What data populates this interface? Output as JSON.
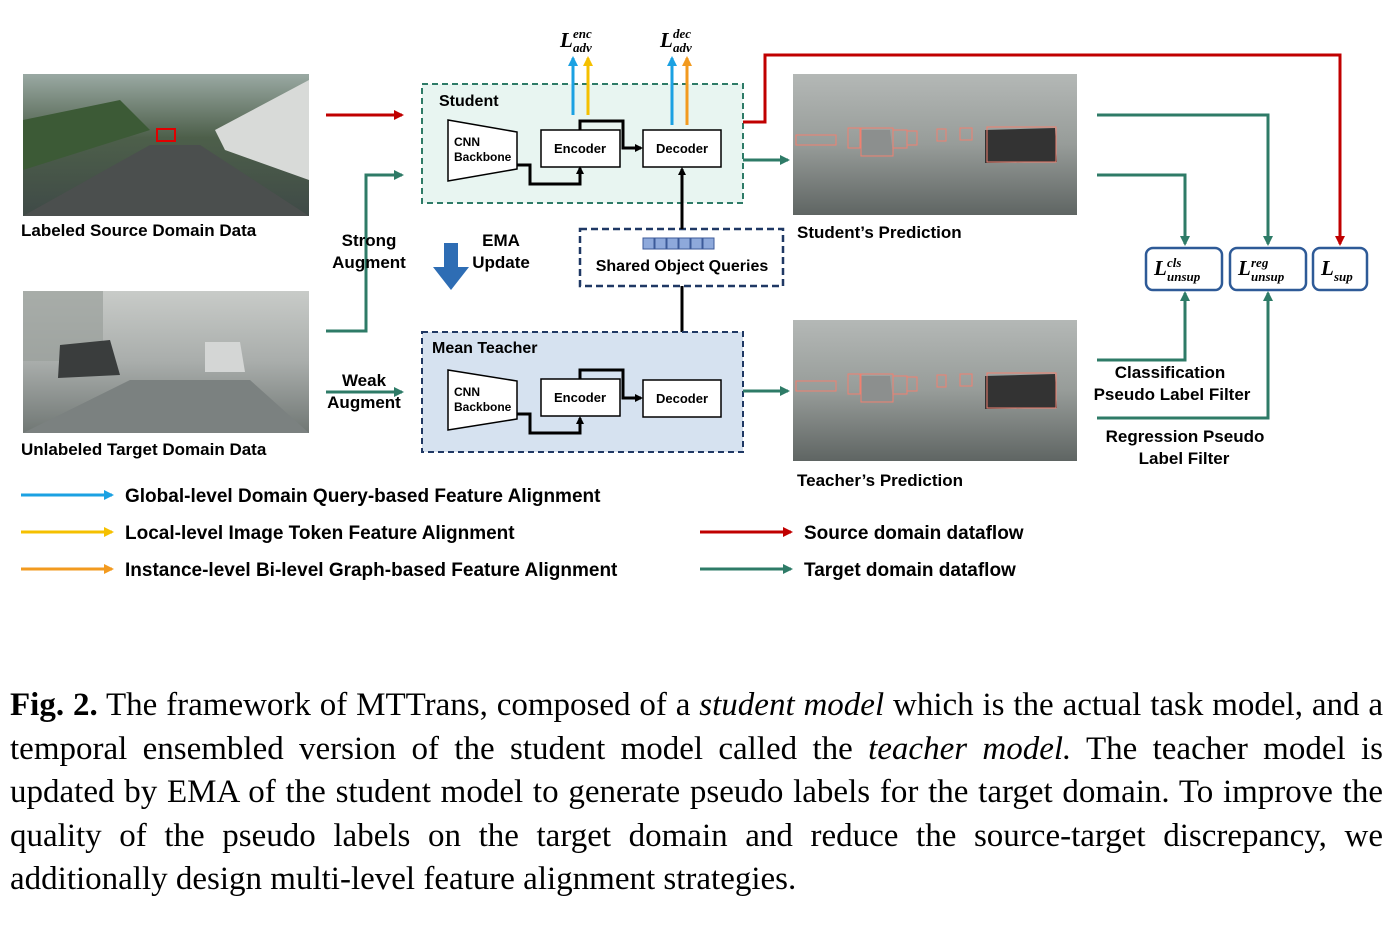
{
  "images": {
    "source": "Labeled Source Domain Data",
    "target": "Unlabeled Target Domain Data",
    "student_pred": "Student’s Prediction",
    "teacher_pred": "Teacher’s Prediction"
  },
  "augment": {
    "strong_1": "Strong",
    "strong_2": "Augment",
    "weak_1": "Weak",
    "weak_2": "Augment",
    "ema_1": "EMA",
    "ema_2": "Update"
  },
  "student": {
    "title": "Student",
    "cnn_1": "CNN",
    "cnn_2": "Backbone",
    "encoder": "Encoder",
    "decoder": "Decoder"
  },
  "teacher": {
    "title": "Mean Teacher",
    "cnn_1": "CNN",
    "cnn_2": "Backbone",
    "encoder": "Encoder",
    "decoder": "Decoder"
  },
  "queries": "Shared Object Queries",
  "losses": {
    "adv": "L",
    "enc_sup": "enc",
    "dec_sup": "dec",
    "adv_sub": "adv",
    "cls_sup": "cls",
    "reg_sup": "reg",
    "unsup_sub": "unsup",
    "sup_sub": "sup"
  },
  "filters": {
    "cls_1": "Classification",
    "cls_2": "Pseudo Label Filter",
    "reg_1": "Regression Pseudo",
    "reg_2": "Label Filter"
  },
  "legend": {
    "global": "Global-level Domain Query-based Feature Alignment",
    "local": "Local-level Image Token Feature Alignment",
    "instance": "Instance-level Bi-level Graph-based Feature Alignment",
    "source": "Source domain dataflow",
    "target": "Target domain dataflow"
  },
  "colors": {
    "blue": "#1ba1e2",
    "yellow": "#f5c000",
    "orange": "#f29a1f",
    "red": "#c00000",
    "green": "#2e7b67",
    "navy": "#1f3864"
  },
  "caption": {
    "fig": "Fig. 2.",
    "t1": " The framework of MTTrans, composed of a ",
    "i1": "student model",
    "t2": " which is the actual task model, and a temporal ensembled version of the student model called the ",
    "i2": "teacher model.",
    "t3": " The teacher model is updated by EMA of the student model to generate pseudo labels for the target domain. To improve the quality of the pseudo labels on the target domain and reduce the source-target discrepancy, we additionally design multi-level feature alignment strategies."
  }
}
